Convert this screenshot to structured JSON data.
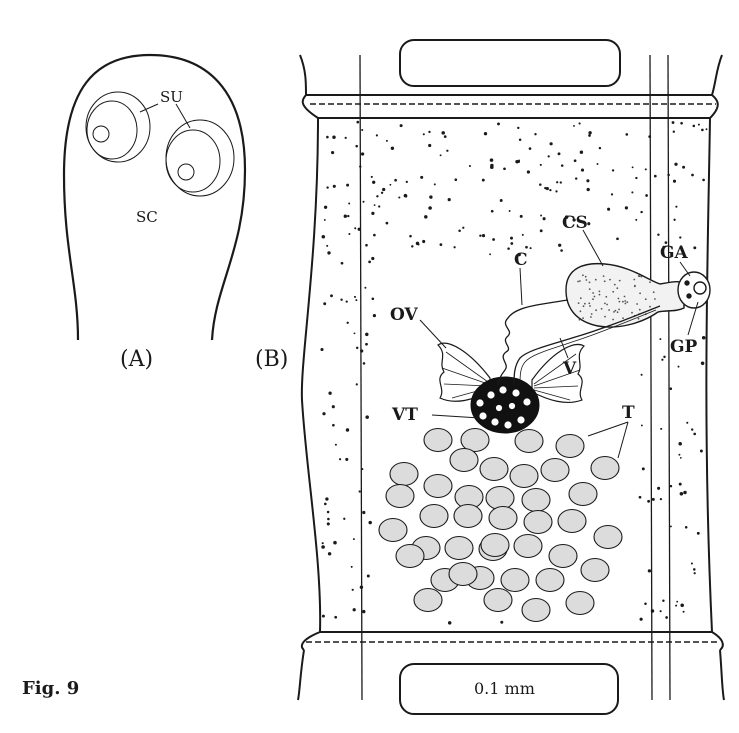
{
  "figure": {
    "caption": "Fig. 9",
    "scale_label": "0.1 mm"
  },
  "panel_a": {
    "title": "(A)",
    "labels": {
      "su": "SU",
      "sc": "SC"
    }
  },
  "panel_b": {
    "title": "(B)",
    "labels": {
      "cs": "CS",
      "ga": "GA",
      "c": "C",
      "ov": "OV",
      "v": "V",
      "gp": "GP",
      "vt": "VT",
      "t": "T"
    }
  },
  "colors": {
    "ink": "#1a1a1a",
    "testis_fill": "#d9d9d9",
    "vitellaria_fill": "#111111"
  }
}
